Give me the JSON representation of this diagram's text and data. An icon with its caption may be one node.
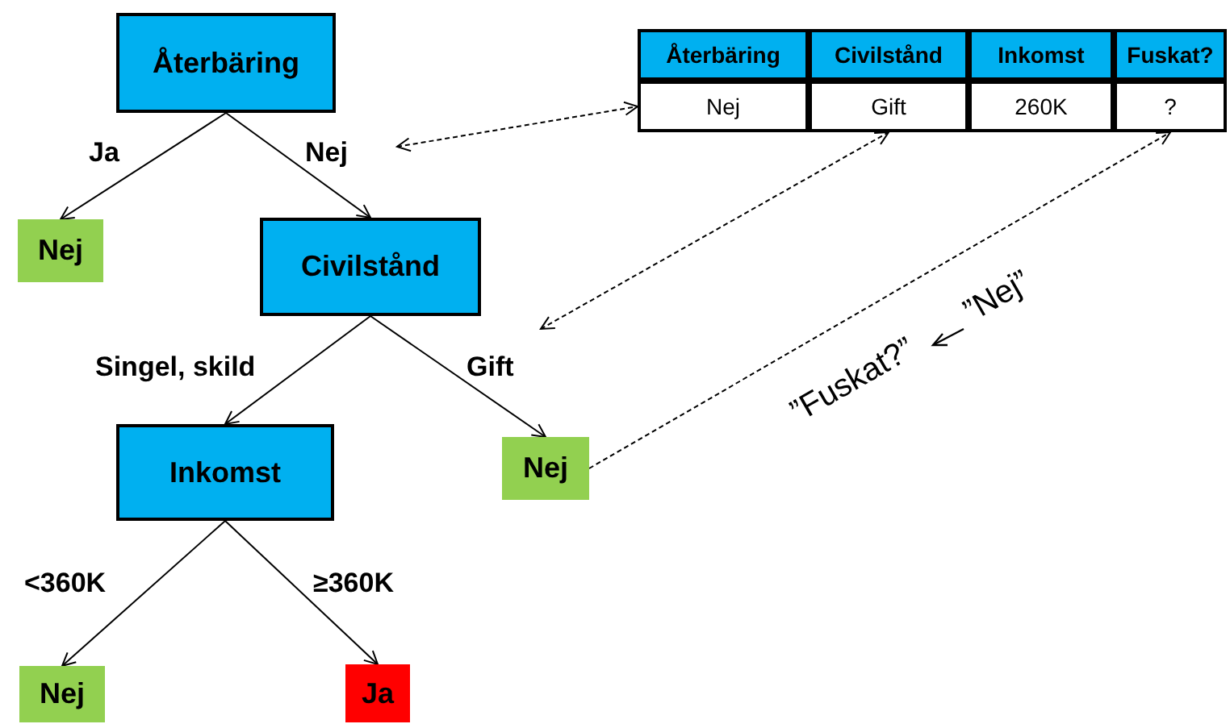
{
  "diagram": {
    "nodes": [
      {
        "text": [
          "Återbäring"
        ]
      },
      {
        "text": [
          "Nej"
        ]
      },
      {
        "text": [
          "Civilstånd"
        ]
      },
      {
        "text": [
          "Inkomst"
        ]
      },
      {
        "text": [
          "Nej"
        ]
      },
      {
        "text": [
          "Nej"
        ]
      },
      {
        "text": [
          "Ja"
        ]
      },
      {
        "text": [
          "Återbäring"
        ]
      },
      {
        "text": [
          "Civilstånd"
        ]
      },
      {
        "text": [
          "Inkomst"
        ]
      },
      {
        "text": [
          "Fuskat?"
        ]
      },
      {
        "text": [
          "Nej"
        ]
      },
      {
        "text": [
          "Gift"
        ]
      },
      {
        "text": [
          "260K"
        ]
      },
      {
        "text": [
          "?"
        ]
      }
    ],
    "edges": [
      {
        "from": 0,
        "to": 1,
        "label": "Ja",
        "arrow": "to"
      },
      {
        "from": 0,
        "to": 2,
        "label": "Nej",
        "arrow": "to"
      },
      {
        "from": 2,
        "to": 3,
        "label": "Singel, skild",
        "arrow": "to"
      },
      {
        "from": 2,
        "to": 4,
        "label": "Gift",
        "arrow": "to"
      },
      {
        "from": 3,
        "to": 5,
        "label": "<360K",
        "arrow": "to"
      },
      {
        "from": 3,
        "to": 6,
        "label": "≥360K",
        "arrow": "to"
      },
      {
        "from": null,
        "to": 11,
        "arrow": "both",
        "style": "dashed"
      },
      {
        "from": null,
        "to": 12,
        "arrow": "both",
        "style": "dashed"
      },
      {
        "from": 4,
        "to": 14,
        "arrow": "to",
        "style": "dashed"
      }
    ],
    "labels": [
      "”Fuskat?”",
      "”Nej”"
    ]
  }
}
